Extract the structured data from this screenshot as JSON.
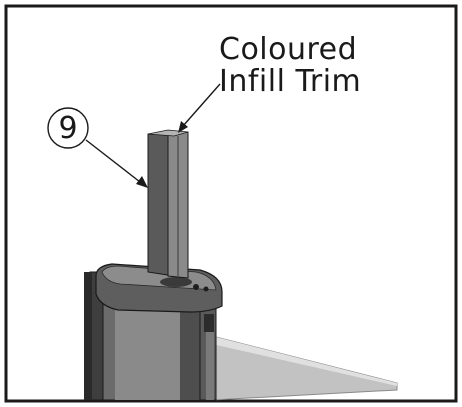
{
  "callout": {
    "line1": "Coloured",
    "line2": "Infill Trim"
  },
  "part_number": "9",
  "colors": {
    "frame": "#1a1a1a",
    "part_dark": "#4a4a4a",
    "part_mid": "#6e6e6e",
    "part_light": "#9a9a9a",
    "panel": "#bdbdbd"
  }
}
